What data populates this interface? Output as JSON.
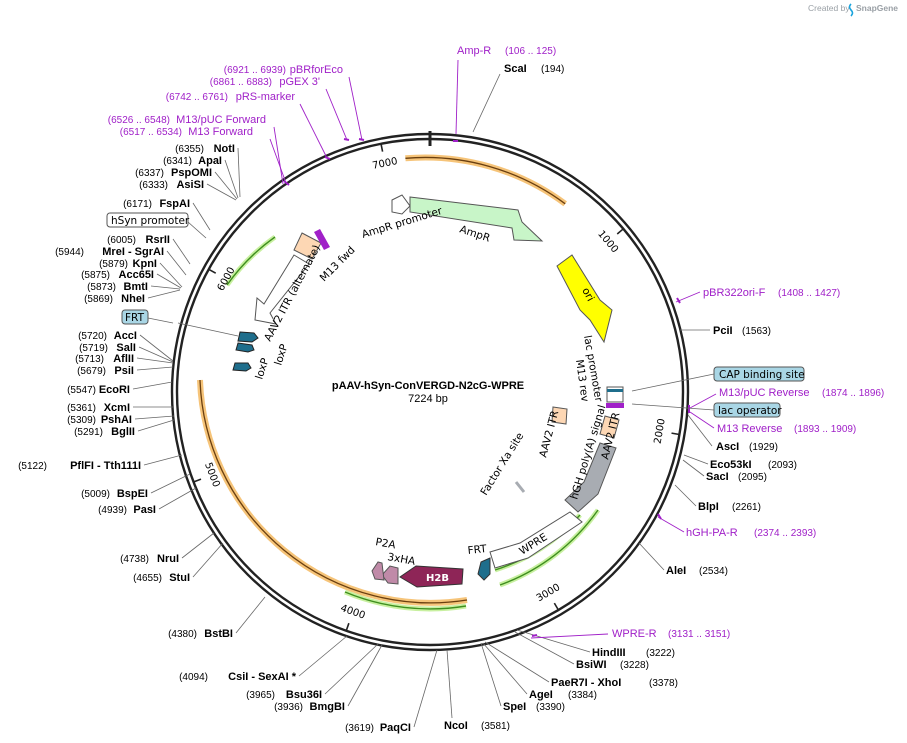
{
  "brand": {
    "prefix": "Created by",
    "name": "SnapGene"
  },
  "plasmid": {
    "name": "pAAV-hSyn-ConVERGD-N2cG-WPRE",
    "length": 7224,
    "length_label": "7224 bp"
  },
  "ticks": [
    {
      "bp": 1000,
      "label": "1000"
    },
    {
      "bp": 2000,
      "label": "2000"
    },
    {
      "bp": 3000,
      "label": "3000"
    },
    {
      "bp": 4000,
      "label": "4000"
    },
    {
      "bp": 5000,
      "label": "5000"
    },
    {
      "bp": 6000,
      "label": "6000"
    },
    {
      "bp": 7000,
      "label": "7000"
    }
  ],
  "sites": [
    {
      "name": "ScaI",
      "pos": "(194)",
      "bp": 194,
      "side": "right"
    },
    {
      "name": "PciI",
      "pos": "(1563)",
      "bp": 1563,
      "side": "right"
    },
    {
      "name": "AscI",
      "pos": "(1929)",
      "bp": 1929,
      "side": "right"
    },
    {
      "name": "Eco53kI",
      "pos": "(2093)",
      "bp": 2093,
      "side": "right"
    },
    {
      "name": "SacI",
      "pos": "(2095)",
      "bp": 2095,
      "side": "right"
    },
    {
      "name": "BlpI",
      "pos": "(2261)",
      "bp": 2261,
      "side": "right"
    },
    {
      "name": "AleI",
      "pos": "(2534)",
      "bp": 2534,
      "side": "right"
    },
    {
      "name": "HindIII",
      "pos": "(3222)",
      "bp": 3222,
      "side": "right"
    },
    {
      "name": "BsiWI",
      "pos": "(3228)",
      "bp": 3228,
      "side": "right"
    },
    {
      "name": "PaeR7I - XhoI",
      "pos": "(3378)",
      "bp": 3378,
      "side": "right"
    },
    {
      "name": "AgeI",
      "pos": "(3384)",
      "bp": 3384,
      "side": "right"
    },
    {
      "name": "SpeI",
      "pos": "(3390)",
      "bp": 3390,
      "side": "right"
    },
    {
      "name": "NcoI",
      "pos": "(3581)",
      "bp": 3581,
      "side": "right"
    },
    {
      "name": "PaqCI",
      "pos": "(3619)",
      "bp": 3619,
      "side": "left"
    },
    {
      "name": "BmgBI",
      "pos": "(3936)",
      "bp": 3936,
      "side": "left"
    },
    {
      "name": "Bsu36I",
      "pos": "(3965)",
      "bp": 3965,
      "side": "left"
    },
    {
      "name": "CsiI - SexAI *",
      "pos": "(4094)",
      "bp": 4094,
      "side": "left"
    },
    {
      "name": "BstBI",
      "pos": "(4380)",
      "bp": 4380,
      "side": "left"
    },
    {
      "name": "StuI",
      "pos": "(4655)",
      "bp": 4655,
      "side": "left"
    },
    {
      "name": "NruI",
      "pos": "(4738)",
      "bp": 4738,
      "side": "left"
    },
    {
      "name": "PasI",
      "pos": "(4939)",
      "bp": 4939,
      "side": "left"
    },
    {
      "name": "BspEI",
      "pos": "(5009)",
      "bp": 5009,
      "side": "left"
    },
    {
      "name": "PflFI - Tth111I",
      "pos": "(5122)",
      "bp": 5122,
      "side": "left"
    },
    {
      "name": "BglII",
      "pos": "(5291)",
      "bp": 5291,
      "side": "left"
    },
    {
      "name": "PshAI",
      "pos": "(5309)",
      "bp": 5309,
      "side": "left"
    },
    {
      "name": "XcmI",
      "pos": "(5361)",
      "bp": 5361,
      "side": "left"
    },
    {
      "name": "EcoRI",
      "pos": "(5547)",
      "bp": 5547,
      "side": "left"
    },
    {
      "name": "PsiI",
      "pos": "(5679)",
      "bp": 5679,
      "side": "left"
    },
    {
      "name": "AflII",
      "pos": "(5713)",
      "bp": 5713,
      "side": "left"
    },
    {
      "name": "SalI",
      "pos": "(5719)",
      "bp": 5719,
      "side": "left"
    },
    {
      "name": "AccI",
      "pos": "(5720)",
      "bp": 5720,
      "side": "left"
    },
    {
      "name": "NheI",
      "pos": "(5869)",
      "bp": 5869,
      "side": "left"
    },
    {
      "name": "BmtI",
      "pos": "(5873)",
      "bp": 5873,
      "side": "left"
    },
    {
      "name": "Acc65I",
      "pos": "(5875)",
      "bp": 5875,
      "side": "left"
    },
    {
      "name": "KpnI",
      "pos": "(5879)",
      "bp": 5879,
      "side": "left"
    },
    {
      "name": "MreI - SgrAI",
      "pos": "(5944)",
      "bp": 5944,
      "side": "left"
    },
    {
      "name": "RsrII",
      "pos": "(6005)",
      "bp": 6005,
      "side": "left"
    },
    {
      "name": "FspAI",
      "pos": "(6171)",
      "bp": 6171,
      "side": "left"
    },
    {
      "name": "AsiSI",
      "pos": "(6333)",
      "bp": 6333,
      "side": "left"
    },
    {
      "name": "PspOMI",
      "pos": "(6337)",
      "bp": 6337,
      "side": "left"
    },
    {
      "name": "ApaI",
      "pos": "(6341)",
      "bp": 6341,
      "side": "left"
    },
    {
      "name": "NotI",
      "pos": "(6355)",
      "bp": 6355,
      "side": "left"
    }
  ],
  "primers": [
    {
      "name": "Amp-R",
      "pos": "(106 .. 125)",
      "bp": 115
    },
    {
      "name": "pBR322ori-F",
      "pos": "(1408 .. 1427)",
      "bp": 1417
    },
    {
      "name": "M13/pUC Reverse",
      "pos": "(1874 .. 1896)",
      "bp": 1885
    },
    {
      "name": "M13 Reverse",
      "pos": "(1893 .. 1909)",
      "bp": 1901
    },
    {
      "name": "hGH-PA-R",
      "pos": "(2374 .. 2393)",
      "bp": 2383
    },
    {
      "name": "WPRE-R",
      "pos": "(3131 .. 3151)",
      "bp": 3141
    },
    {
      "name": "M13 Forward",
      "pos": "(6517 .. 6534)",
      "bp": 6525
    },
    {
      "name": "M13/pUC Forward",
      "pos": "(6526 .. 6548)",
      "bp": 6537
    },
    {
      "name": "pRS-marker",
      "pos": "(6742 .. 6761)",
      "bp": 6751
    },
    {
      "name": "pGEX 3'",
      "pos": "(6861 .. 6883)",
      "bp": 6872
    },
    {
      "name": "pBRforEco",
      "pos": "(6921 .. 6939)",
      "bp": 6930
    }
  ],
  "boxed_features": [
    {
      "name": "CAP binding site",
      "color": "#a9d6e5",
      "bp": 1850
    },
    {
      "name": "lac operator",
      "color": "#a9d6e5",
      "bp": 1910
    },
    {
      "name": "FRT",
      "color": "#a9d6e5",
      "bp": 5780
    },
    {
      "name": "hSyn promoter",
      "color": "#ffffff",
      "bp": 6090
    }
  ],
  "features": [
    {
      "name": "AmpR promoter",
      "color": "#ffffff"
    },
    {
      "name": "AmpR",
      "color": "#c8f5c8"
    },
    {
      "name": "ori",
      "color": "#ffff00"
    },
    {
      "name": "lac promoter",
      "color": "#ffffff"
    },
    {
      "name": "M13 rev",
      "color": "#a020c8"
    },
    {
      "name": "AAV2 ITR",
      "color": "#fdd7b4"
    },
    {
      "name": "hGH poly(A) signal",
      "color": "#a8acb2"
    },
    {
      "name": "Factor Xa site",
      "color": "#a8acb2"
    },
    {
      "name": "WPRE",
      "color": "#ffffff"
    },
    {
      "name": "FRT",
      "color": "#1f6e8c"
    },
    {
      "name": "H2B",
      "color": "#8e2557"
    },
    {
      "name": "3xHA",
      "color": "#c08aa8"
    },
    {
      "name": "P2A",
      "color": "#c08aa8"
    },
    {
      "name": "loxP",
      "color": "#1f6e8c"
    },
    {
      "name": "AAV2 ITR (alternate)",
      "color": "#ffffff"
    },
    {
      "name": "M13 fwd",
      "color": "#a020c8"
    }
  ],
  "colors": {
    "backbone": "#333333",
    "orf_highlight": "#f6c479",
    "orf_arrow": "#3f8f1f",
    "primer": "#a020c8"
  }
}
